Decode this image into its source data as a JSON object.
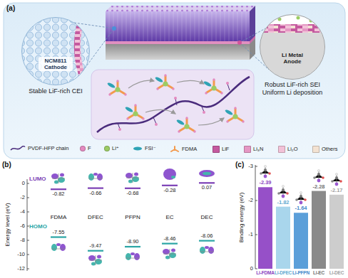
{
  "diagram": {
    "nodes": [
      {
        "text": [
          "NCM811 Cathode",
          "Stable LiF-rich CEI"
        ]
      },
      {
        "text": [
          "Li Metal Anode",
          "Robust LiF-rich SEI",
          "Uniform Li deposition"
        ]
      }
    ],
    "labels": [
      "(a)",
      "(b)",
      "(c)",
      "LUMO",
      "HOMO",
      "Energy level (eV)",
      "0",
      "-2",
      "-4",
      "-6",
      "-8",
      "-10",
      "-12",
      "-0.82",
      "-0.66",
      "-0.68",
      "-0.28",
      "0.07",
      "FDMA",
      "DFEC",
      "PFPN",
      "EC",
      "DEC",
      "-7.55",
      "-9.47",
      "-8.90",
      "-8.46",
      "-8.06",
      "Binding energy (eV)",
      "-3",
      "-2",
      "-1",
      "0",
      "-2.39",
      "-1.82",
      "-1.64",
      "-2.28",
      "-2.17",
      "Li-FDMA",
      "Li-DFEC",
      "Li-PFPN",
      "Li-EC",
      "Li-DEC"
    ],
    "legend": [
      {
        "text": "PVDF-HFP chain"
      },
      {
        "text": "F",
        "color": "#e48ac0"
      },
      {
        "text": "Li⁺",
        "color": "#9ccc65"
      },
      {
        "text": "FSI⁻"
      },
      {
        "text": "FDMA"
      },
      {
        "text": "LiF",
        "color": "#c4599f"
      },
      {
        "text": "Li₃N",
        "color": "#e597c4"
      },
      {
        "text": "Li₂O",
        "color": "#f2c2d8"
      },
      {
        "text": "Others",
        "color": "#f3e2d2"
      }
    ]
  }
}
